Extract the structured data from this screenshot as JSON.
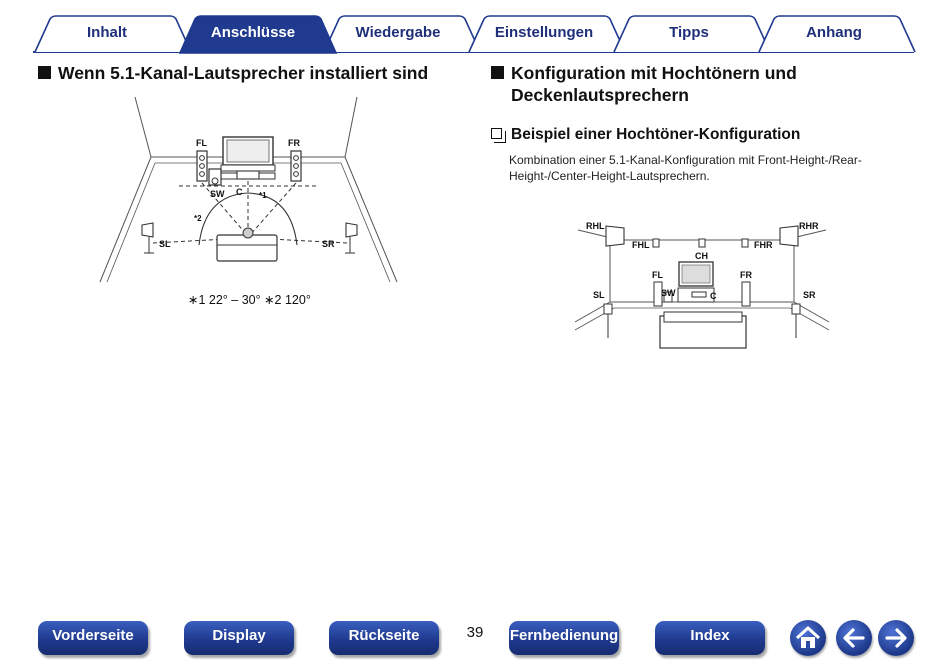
{
  "tabs": [
    {
      "label": "Inhalt",
      "active": false
    },
    {
      "label": "Anschlüsse",
      "active": true
    },
    {
      "label": "Wiedergabe",
      "active": false
    },
    {
      "label": "Einstellungen",
      "active": false
    },
    {
      "label": "Tipps",
      "active": false
    },
    {
      "label": "Anhang",
      "active": false
    }
  ],
  "left_section": {
    "heading": "Wenn 5.1-Kanal-Lautsprecher installiert sind",
    "diagram_labels": {
      "fl": "FL",
      "fr": "FR",
      "sw": "SW",
      "c": "C",
      "sl": "SL",
      "sr": "SR",
      "mark1": "*1",
      "mark2": "*2"
    },
    "footnote": "∗1 22° – 30°  ∗2 120°"
  },
  "right_section": {
    "heading_line1": "Konfiguration mit Hochtönern und",
    "heading_line2": "Deckenlautsprechern",
    "subheading": "Beispiel einer Hochtöner-Konfiguration",
    "description_line1": "Kombination einer 5.1-Kanal-Konfiguration mit Front-Height-/Rear-",
    "description_line2": "Height-/Center-Height-Lautsprechern.",
    "diagram_labels": {
      "rhl": "RHL",
      "rhr": "RHR",
      "fhl": "FHL",
      "fhr": "FHR",
      "ch": "CH",
      "fl": "FL",
      "fr": "FR",
      "sl": "SL",
      "sr": "SR",
      "sw": "SW",
      "c": "C"
    }
  },
  "page_number": "39",
  "bottom_nav": {
    "front_label": "Vorderseite",
    "display_label": "Display",
    "back_label": "Rückseite",
    "remote_label": "Fernbedienung",
    "index_label": "Index"
  },
  "icons": {
    "home": "home-icon",
    "prev": "arrow-left-icon",
    "next": "arrow-right-icon"
  },
  "colors": {
    "tab_active": "#1f3a8f",
    "tab_text": "#1f2f7a",
    "nav_button": "#1f3a8f"
  }
}
